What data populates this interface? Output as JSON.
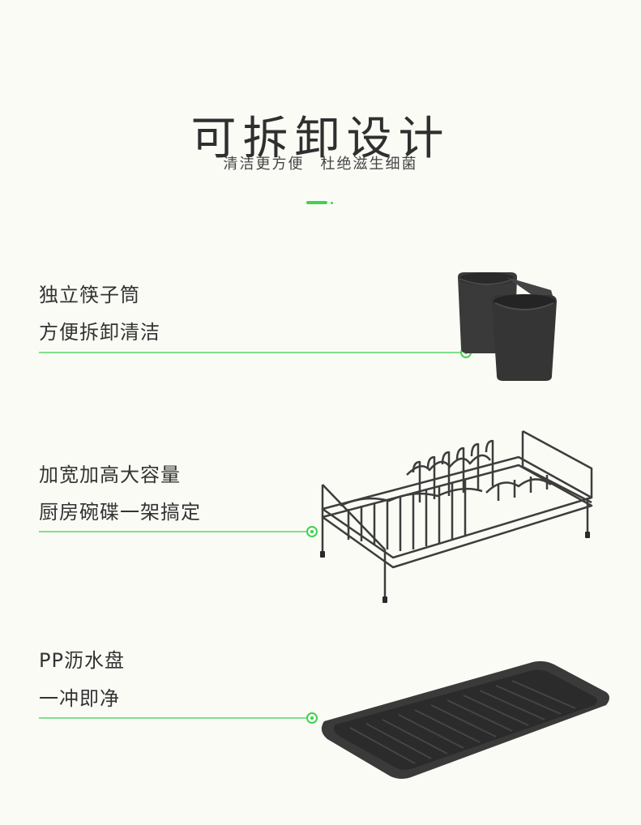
{
  "header": {
    "title": "可拆卸设计",
    "subtitle": "清洁更方便　杜绝滋生细菌",
    "accent_color": "#3fd250"
  },
  "features": [
    {
      "line1": "独立筷子筒",
      "line2": "方便拆卸清洁",
      "image": "utensil-holder-image"
    },
    {
      "line1": "加宽加高大容量",
      "line2": "厨房碗碟一架搞定",
      "image": "dish-rack-image"
    },
    {
      "line1": "PP沥水盘",
      "line2": "一冲即净",
      "image": "drip-tray-image"
    }
  ]
}
